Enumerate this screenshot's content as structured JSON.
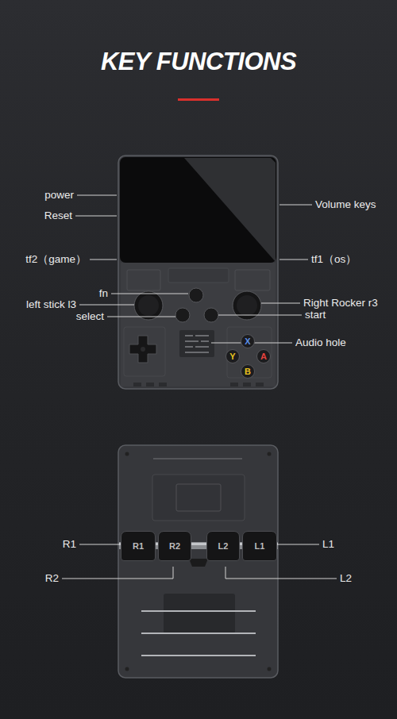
{
  "diagram": {
    "title": "KEY FUNCTIONS",
    "nodes": [
      {
        "text": [
          "X"
        ]
      },
      {
        "text": [
          "Y"
        ]
      },
      {
        "text": [
          "A"
        ]
      },
      {
        "text": [
          "B"
        ]
      },
      {
        "text": [
          "R1"
        ]
      },
      {
        "text": [
          "R2"
        ]
      },
      {
        "text": [
          "L2"
        ]
      },
      {
        "text": [
          "L1"
        ]
      }
    ],
    "labels": [
      "power",
      "Reset",
      "tf2（game）",
      "fn",
      "left stick l3",
      "select",
      "Volume keys",
      "tf1（os）",
      "Right Rocker r3",
      "start",
      "Audio hole",
      "R1",
      "R2",
      "L1",
      "L2"
    ]
  }
}
